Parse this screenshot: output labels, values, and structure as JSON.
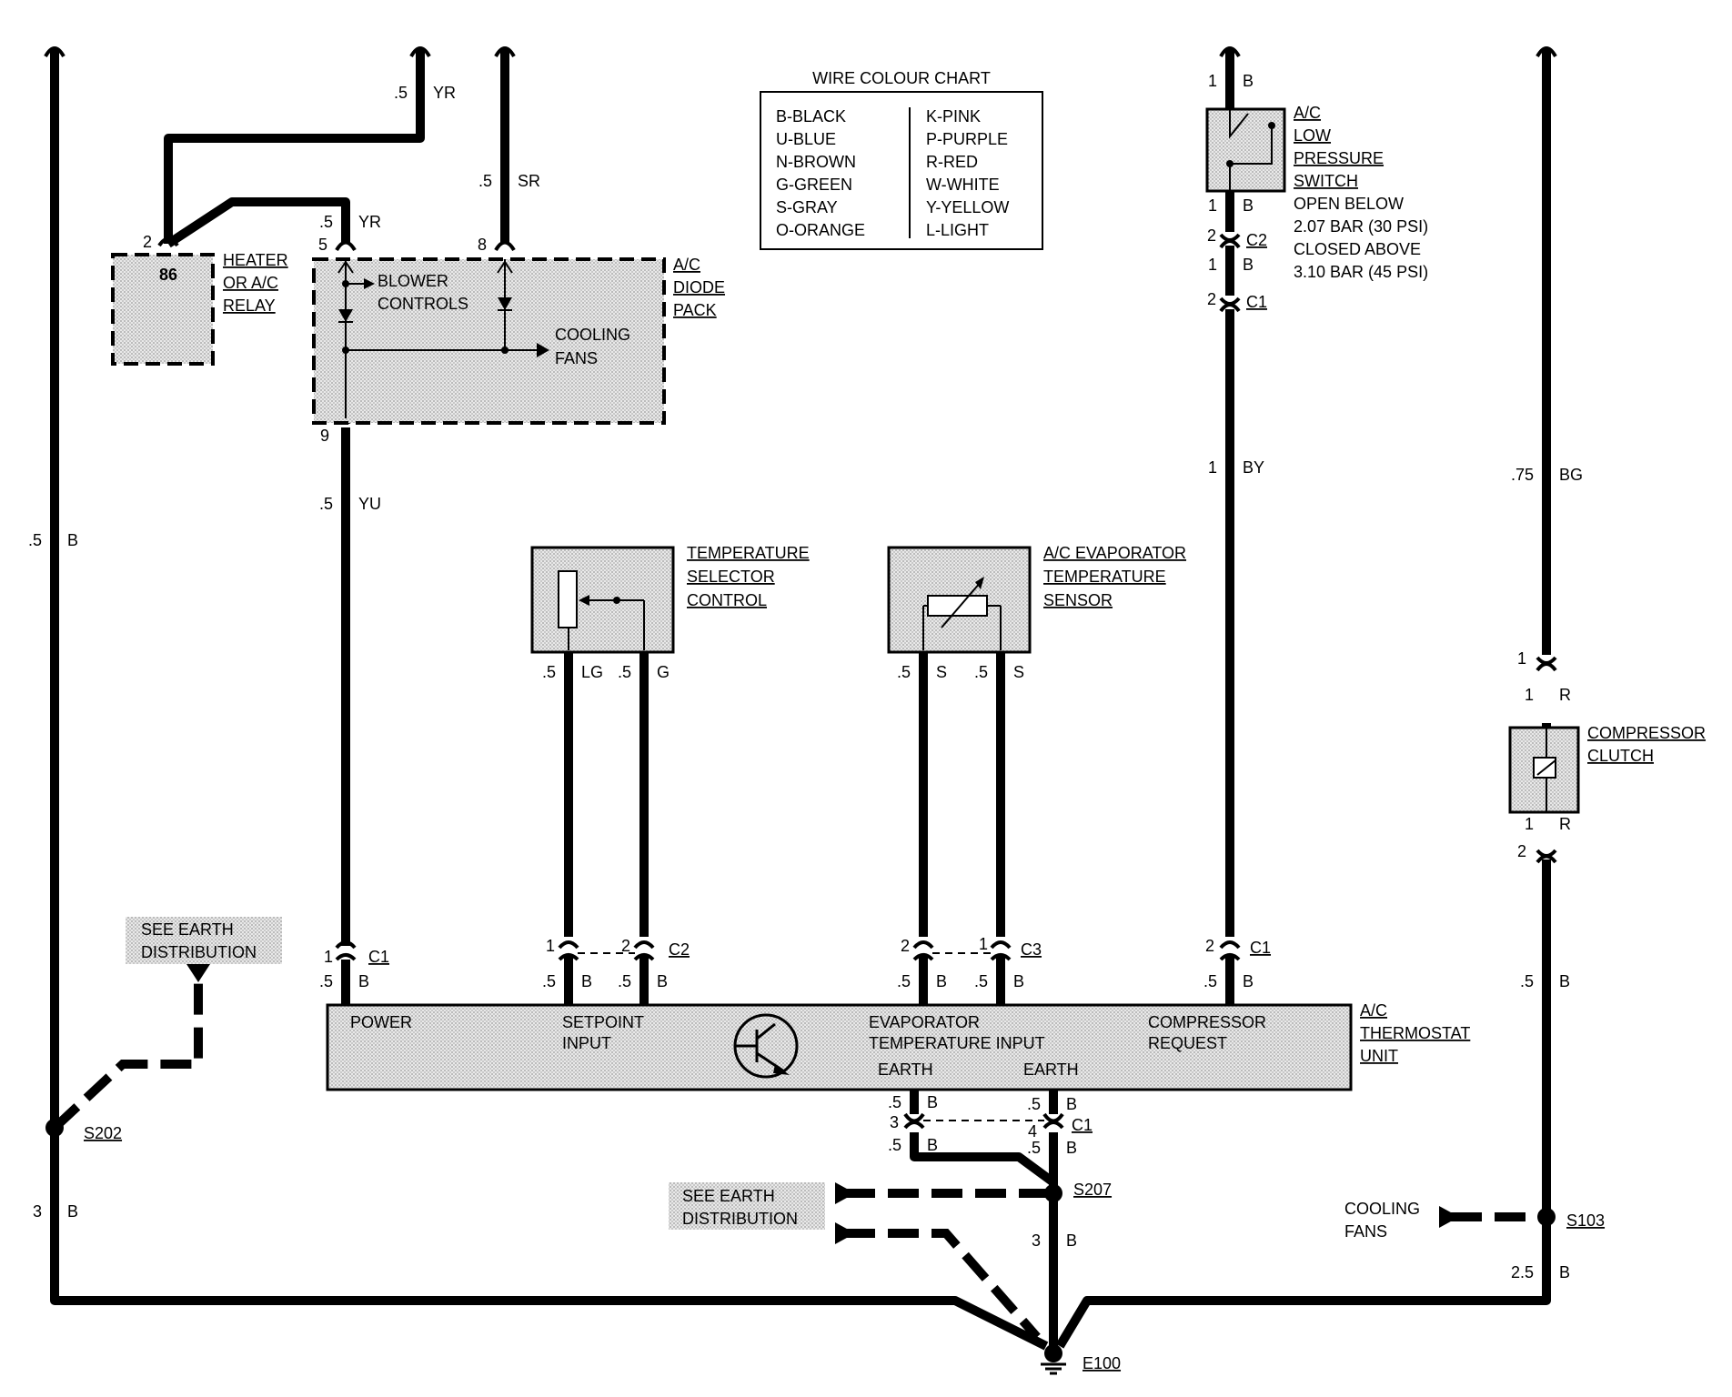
{
  "wire_colour_chart": {
    "title": "WIRE COLOUR CHART",
    "left": [
      "B-BLACK",
      "U-BLUE",
      "N-BROWN",
      "G-GREEN",
      "S-GRAY",
      "O-ORANGE"
    ],
    "right": [
      "K-PINK",
      "P-PURPLE",
      "R-RED",
      "W-WHITE",
      "Y-YELLOW",
      "L-LIGHT"
    ]
  },
  "components": {
    "heater_relay": [
      "HEATER",
      "OR A/C",
      "RELAY"
    ],
    "heater_relay_pin": "86",
    "diode_pack": [
      "A/C",
      "DIODE",
      "PACK"
    ],
    "blower_controls": [
      "BLOWER",
      "CONTROLS"
    ],
    "cooling_fans_inner": [
      "COOLING",
      "FANS"
    ],
    "temp_selector": [
      "TEMPERATURE",
      "SELECTOR",
      "CONTROL"
    ],
    "evap_sensor": [
      "A/C EVAPORATOR",
      "TEMPERATURE",
      "SENSOR"
    ],
    "low_pressure_switch": [
      "A/C",
      "LOW",
      "PRESSURE",
      "SWITCH"
    ],
    "switch_note": [
      "OPEN BELOW",
      "2.07 BAR (30 PSI)",
      "CLOSED ABOVE",
      "3.10 BAR (45 PSI)"
    ],
    "compressor_clutch": [
      "COMPRESSOR",
      "CLUTCH"
    ],
    "thermostat": [
      "A/C",
      "THERMOSTAT",
      "UNIT"
    ],
    "thermostat_inputs": {
      "power": "POWER",
      "setpoint": [
        "SETPOINT",
        "INPUT"
      ],
      "evaporator": [
        "EVAPORATOR",
        "TEMPERATURE INPUT"
      ],
      "compressor": [
        "COMPRESSOR",
        "REQUEST"
      ],
      "earth1": "EARTH",
      "earth2": "EARTH"
    },
    "see_earth_1": [
      "SEE EARTH",
      "DISTRIBUTION"
    ],
    "see_earth_2": [
      "SEE EARTH",
      "DISTRIBUTION"
    ],
    "cooling_fans_outer": [
      "COOLING",
      "FANS"
    ]
  },
  "splices": {
    "s202": "S202",
    "s207": "S207",
    "s103": "S103",
    "e100": "E100"
  },
  "wire_labels": [
    {
      "id": "w_left_top",
      "size": ".5",
      "colour": "B"
    },
    {
      "id": "w_left_bottom",
      "size": "3",
      "colour": "B"
    },
    {
      "id": "w_yr_top",
      "size": ".5",
      "colour": "YR"
    },
    {
      "id": "w_yr_pin",
      "size": ".5",
      "colour": "YR"
    },
    {
      "id": "w_sr",
      "size": ".5",
      "colour": "SR"
    },
    {
      "id": "w_yu",
      "size": ".5",
      "colour": "YU"
    },
    {
      "id": "w_c1_power",
      "size": ".5",
      "colour": "B"
    },
    {
      "id": "w_lg",
      "size": ".5",
      "colour": "LG"
    },
    {
      "id": "w_g",
      "size": ".5",
      "colour": "G"
    },
    {
      "id": "w_set1",
      "size": ".5",
      "colour": "B"
    },
    {
      "id": "w_set2",
      "size": ".5",
      "colour": "B"
    },
    {
      "id": "w_s1",
      "size": ".5",
      "colour": "S"
    },
    {
      "id": "w_s2",
      "size": ".5",
      "colour": "S"
    },
    {
      "id": "w_ev1",
      "size": ".5",
      "colour": "B"
    },
    {
      "id": "w_ev2",
      "size": ".5",
      "colour": "B"
    },
    {
      "id": "w_sw_top",
      "size": "1",
      "colour": "B"
    },
    {
      "id": "w_sw_b1",
      "size": "1",
      "colour": "B"
    },
    {
      "id": "w_sw_b2",
      "size": "1",
      "colour": "B"
    },
    {
      "id": "w_by",
      "size": "1",
      "colour": "BY"
    },
    {
      "id": "w_comp",
      "size": ".5",
      "colour": "B"
    },
    {
      "id": "w_bg",
      "size": ".75",
      "colour": "BG"
    },
    {
      "id": "w_r1",
      "size": "1",
      "colour": "R"
    },
    {
      "id": "w_r2",
      "size": "1",
      "colour": "R"
    },
    {
      "id": "w_right_b",
      "size": ".5",
      "colour": "B"
    },
    {
      "id": "w_e1",
      "size": ".5",
      "colour": "B"
    },
    {
      "id": "w_e2",
      "size": ".5",
      "colour": "B"
    },
    {
      "id": "w_e3",
      "size": ".5",
      "colour": "B"
    },
    {
      "id": "w_e4",
      "size": ".5",
      "colour": "B"
    },
    {
      "id": "w_s207_down",
      "size": "3",
      "colour": "B"
    },
    {
      "id": "w_s103_down",
      "size": "2.5",
      "colour": "B"
    }
  ],
  "connectors": {
    "c1": "C1",
    "c2": "C2",
    "c3": "C3"
  },
  "pins": {
    "relay_pin": "2",
    "diode_in5": "5",
    "diode_in8": "8",
    "diode_out9": "9",
    "sw_c2": "2",
    "sw_c1": "2",
    "clutch_1": "1",
    "clutch_2": "2",
    "th_c1": "1",
    "th_c2a": "1",
    "th_c2b": "2",
    "th_c3a": "2",
    "th_c3b": "1",
    "th_c1b": "2",
    "earth_3": "3",
    "earth_4": "4"
  }
}
